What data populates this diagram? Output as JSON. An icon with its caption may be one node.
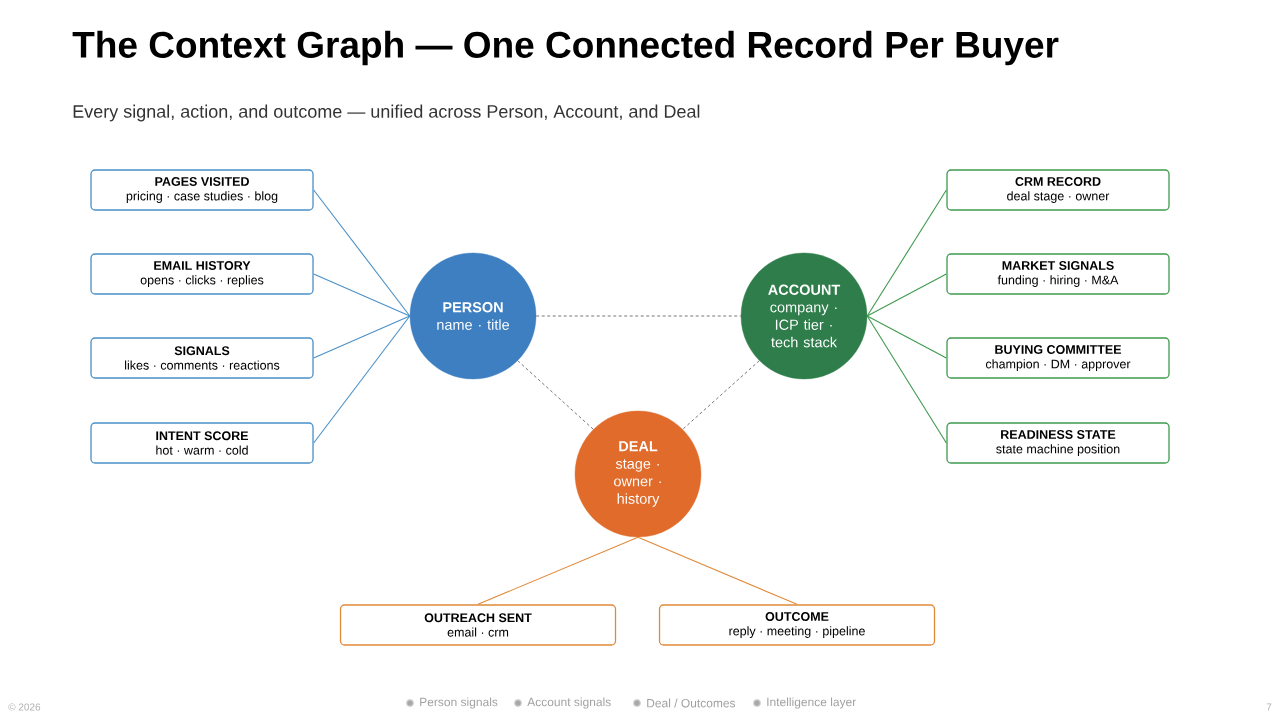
{
  "diagram": {
    "title": "The Context Graph — One Connected Record Per Buyer",
    "nodes": [
      {
        "text": [
          "PAGES VISITED",
          "pricing · case studies · blog"
        ]
      },
      {
        "text": [
          "EMAIL HISTORY",
          "opens · clicks · replies"
        ]
      },
      {
        "text": [
          "SIGNALS",
          "likes · comments · reactions"
        ]
      },
      {
        "text": [
          "INTENT SCORE",
          "hot · warm · cold"
        ]
      },
      {
        "text": [
          "PERSON",
          "name · title"
        ]
      },
      {
        "text": [
          "ACCOUNT",
          "company · ICP tier · tech stack"
        ]
      },
      {
        "text": [
          "CRM RECORD",
          "deal stage · owner"
        ]
      },
      {
        "text": [
          "MARKET SIGNALS",
          "funding · hiring · M&A"
        ]
      },
      {
        "text": [
          "BUYING COMMITTEE",
          "champion · DM · approver"
        ]
      },
      {
        "text": [
          "READINESS STATE",
          "state machine position"
        ]
      },
      {
        "text": [
          "DEAL",
          "stage · owner · history"
        ]
      },
      {
        "text": [
          "OUTREACH SENT",
          "email · crm"
        ]
      },
      {
        "text": [
          "OUTCOME",
          "reply · meeting · pipeline"
        ]
      }
    ],
    "edges": [
      {
        "from": 0,
        "to": 4,
        "arrow": "none",
        "color": "#4a90c8"
      },
      {
        "from": 1,
        "to": 4,
        "arrow": "none",
        "color": "#4a90c8"
      },
      {
        "from": 2,
        "to": 4,
        "arrow": "none",
        "color": "#4a90c8"
      },
      {
        "from": 3,
        "to": 4,
        "arrow": "none",
        "color": "#4a90c8"
      },
      {
        "from": 4,
        "to": 5,
        "arrow": "none",
        "style": "dashed",
        "color": "#555555"
      },
      {
        "from": 4,
        "to": 10,
        "arrow": "none",
        "style": "dashed",
        "color": "#555555"
      },
      {
        "from": 5,
        "to": 10,
        "arrow": "none",
        "style": "dashed",
        "color": "#555555"
      },
      {
        "from": 6,
        "to": 5,
        "arrow": "none",
        "color": "#3f9a4f"
      },
      {
        "from": 7,
        "to": 5,
        "arrow": "none",
        "color": "#3f9a4f"
      },
      {
        "from": 8,
        "to": 5,
        "arrow": "none",
        "color": "#3f9a4f"
      },
      {
        "from": 9,
        "to": 5,
        "arrow": "none",
        "color": "#3f9a4f"
      },
      {
        "from": 10,
        "to": 11,
        "arrow": "none",
        "color": "#e08a3a"
      },
      {
        "from": 10,
        "to": 12,
        "arrow": "none",
        "color": "#e08a3a"
      }
    ],
    "labels": [
      "Every signal, action, and outcome — unified across Person, Account, and Deal",
      "© 2026",
      "7"
    ],
    "legend": [
      {
        "text": "Person signals",
        "color": "#a8a8a8"
      },
      {
        "text": "Account signals",
        "color": "#a8a8a8"
      },
      {
        "text": "Deal / Outcomes",
        "color": "#a8a8a8"
      },
      {
        "text": "Intelligence layer",
        "color": "#a8a8a8"
      }
    ]
  }
}
